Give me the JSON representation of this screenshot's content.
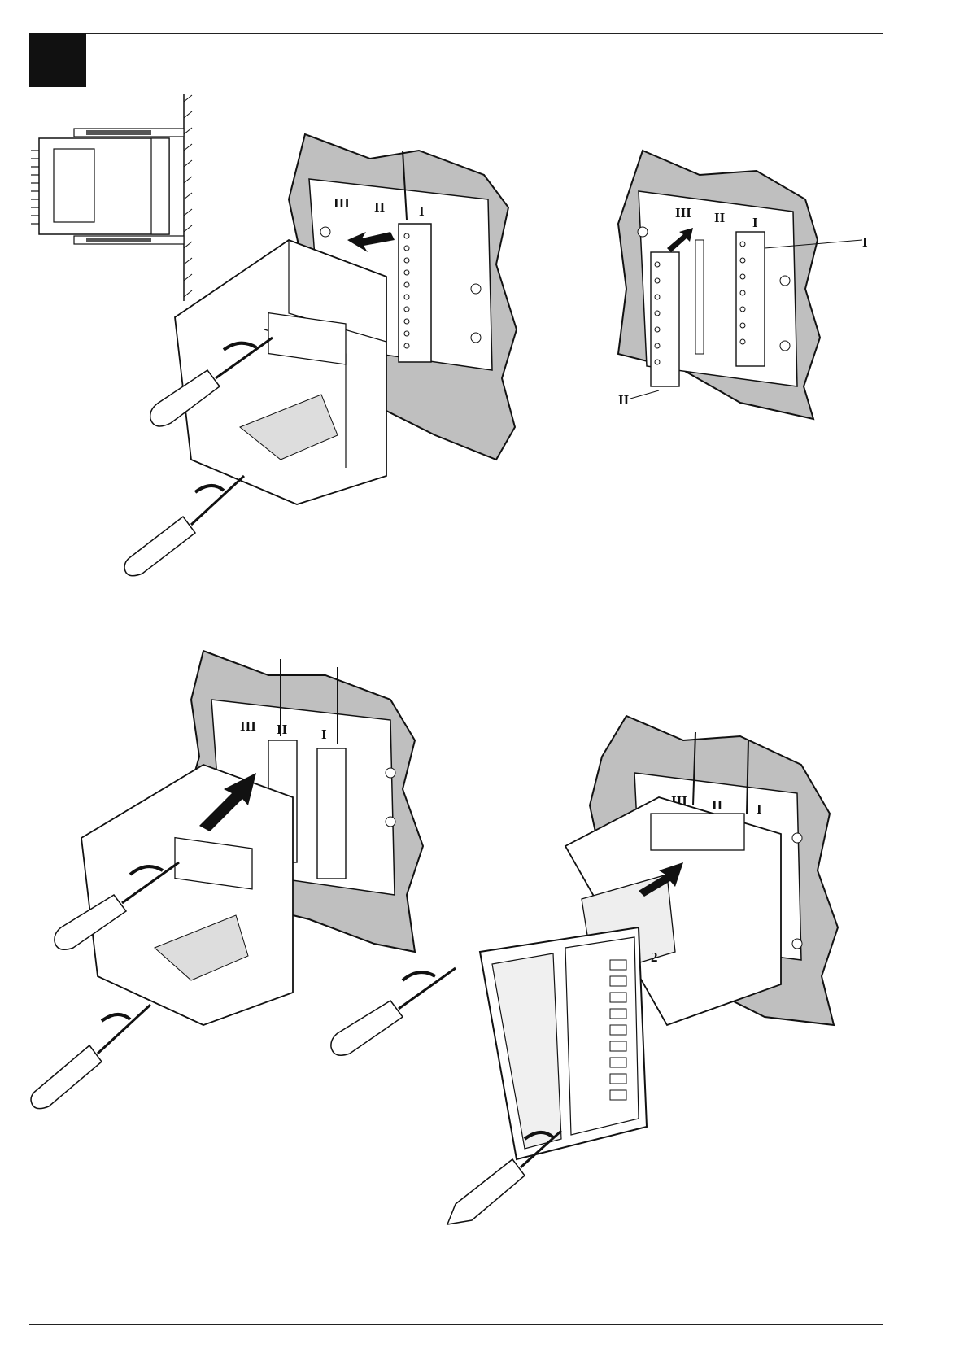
{
  "header": {
    "tab_color": "#111111"
  },
  "figures": {
    "detail": {
      "description_icon": "side-view-icon"
    },
    "top_left": {
      "label_slot_III": "III",
      "label_slot_II": "II",
      "label_slot_I": "I"
    },
    "top_right": {
      "label_slot_III": "III",
      "label_slot_II": "II",
      "label_slot_I": "I",
      "callout_I": "I",
      "callout_II": "II"
    },
    "bottom_left": {
      "label_slot_III": "III",
      "label_slot_II": "II",
      "label_slot_I": "I"
    },
    "bottom_right": {
      "label_slot_III": "III",
      "label_slot_II": "II",
      "label_slot_I": "I",
      "module_label": "2"
    }
  },
  "colors": {
    "wall": "#bfbfbf",
    "line": "#111111",
    "paper": "#ffffff"
  }
}
